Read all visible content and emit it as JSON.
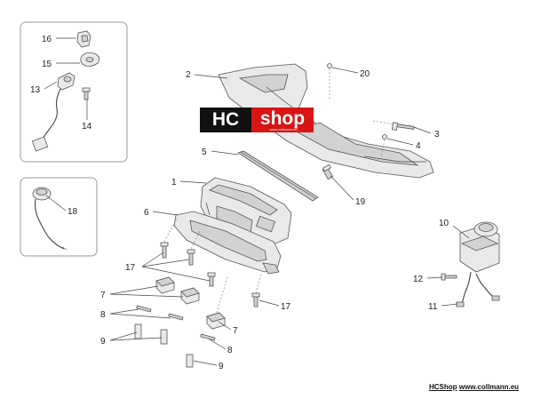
{
  "callouts": {
    "c1": "1",
    "c2": "2",
    "c3": "3",
    "c4": "4",
    "c5": "5",
    "c6": "6",
    "c7a": "7",
    "c7b": "7",
    "c8a": "8",
    "c8b": "8",
    "c9a": "9",
    "c9b": "9",
    "c10": "10",
    "c11": "11",
    "c12": "12",
    "c13": "13",
    "c14": "14",
    "c15": "15",
    "c16": "16",
    "c17a": "17",
    "c17b": "17",
    "c18": "18",
    "c19": "19",
    "c20": "20"
  },
  "watermark": {
    "hc": "HC",
    "shop": "shop",
    "sub": "www.collmann.eu"
  },
  "footer": {
    "brand": "HCShop",
    "url": "www.collmann.eu"
  },
  "colors": {
    "line": "#555555",
    "fill": "#e6e6e6",
    "shade": "#c9c9c9",
    "box": "#9a9a9a",
    "brand_red": "#d81414"
  }
}
